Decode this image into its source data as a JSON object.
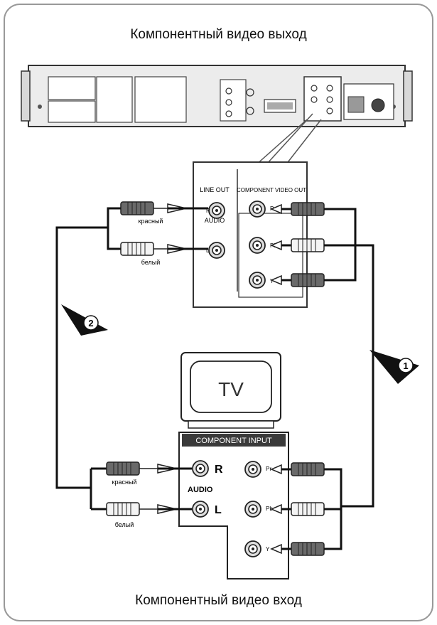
{
  "captions": {
    "top": "Компонентный видео выход",
    "bottom": "Компонентный видео вход"
  },
  "vcr_panel": {
    "line_out": "LINE OUT",
    "audio": "AUDIO",
    "component_video_out": "COMPONENT VIDEO OUT",
    "jacks": {
      "r": "R",
      "l": "L",
      "pr": "Pr",
      "pb": "Pb",
      "y": "Y"
    }
  },
  "tv": {
    "label": "TV",
    "component_input": "COMPONENT INPUT",
    "audio": "AUDIO",
    "r": "R",
    "l": "L",
    "pr": "Pr",
    "pb": "Pb",
    "y": "Y"
  },
  "cable_labels": {
    "top_red": "красный",
    "top_white": "белый",
    "bottom_red": "красный",
    "bottom_white": "белый"
  },
  "steps": [
    "1",
    "2"
  ]
}
